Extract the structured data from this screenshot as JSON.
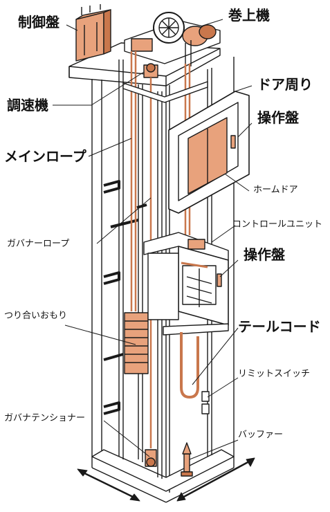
{
  "labels": {
    "control_panel": "制御盤",
    "hoist": "巻上機",
    "governor": "調速機",
    "door_area": "ドア周り",
    "landing_panel": "操作盤",
    "main_rope": "メインロープ",
    "home_door": "ホームドア",
    "control_unit": "コントロールユニット",
    "governor_rope": "ガバナーロープ",
    "car_panel": "操作盤",
    "counterweight": "つり合いおもり",
    "tail_cord": "テールコード",
    "limit_switch": "リミットスイッチ",
    "governor_tensioner": "ガバナテンショナー",
    "buffer": "バッファー"
  },
  "colors": {
    "line": "#1a1a1a",
    "part": "#e8a27c",
    "part_dark": "#c9774c",
    "wall": "#ffffff"
  }
}
